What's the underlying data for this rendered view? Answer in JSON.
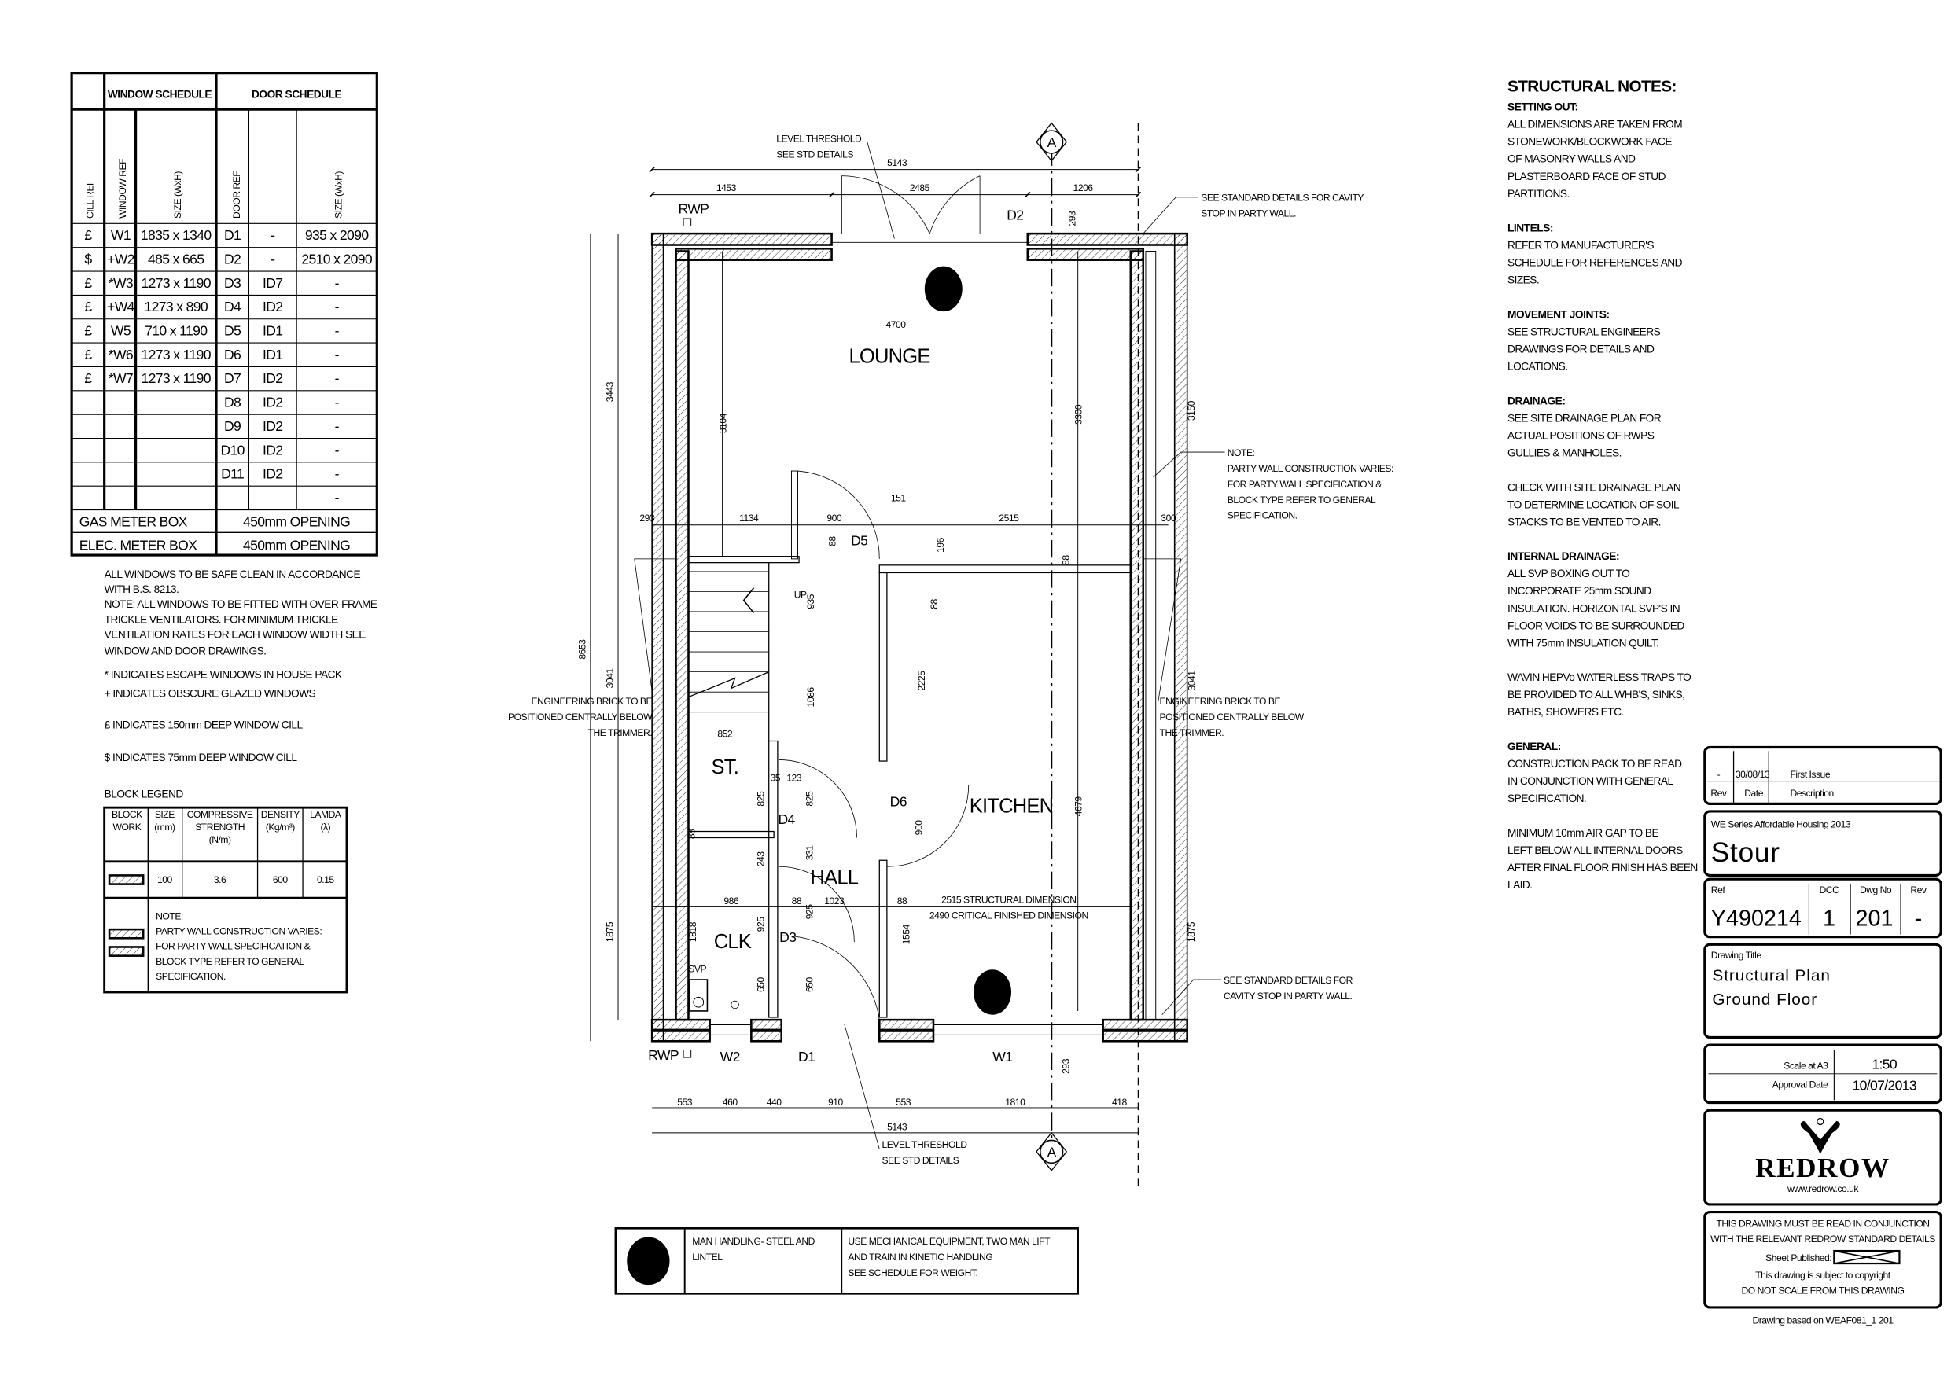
{
  "window_schedule": {
    "title": "WINDOW SCHEDULE",
    "headers": [
      "CILL REF",
      "WINDOW REF",
      "SIZE (WxH)"
    ],
    "rows": [
      [
        "£",
        "W1",
        "1835 x 1340"
      ],
      [
        "$",
        "+W2",
        "485 x 665"
      ],
      [
        "£",
        "*W3",
        "1273 x 1190"
      ],
      [
        "£",
        "+W4",
        "1273 x 890"
      ],
      [
        "£",
        "W5",
        "710 x 1190"
      ],
      [
        "£",
        "*W6",
        "1273 x 1190"
      ],
      [
        "£",
        "*W7",
        "1273 x 1190"
      ]
    ]
  },
  "door_schedule": {
    "title": "DOOR SCHEDULE",
    "headers": [
      "DOOR REF",
      "SIZE (WxH)"
    ],
    "rows": [
      [
        "D1",
        "-",
        "935 x 2090"
      ],
      [
        "D2",
        "-",
        "2510 x 2090"
      ],
      [
        "D3",
        "ID7",
        "-"
      ],
      [
        "D4",
        "ID2",
        "-"
      ],
      [
        "D5",
        "ID1",
        "-"
      ],
      [
        "D6",
        "ID1",
        "-"
      ],
      [
        "D7",
        "ID2",
        "-"
      ],
      [
        "D8",
        "ID2",
        "-"
      ],
      [
        "D9",
        "ID2",
        "-"
      ],
      [
        "D10",
        "ID2",
        "-"
      ],
      [
        "D11",
        "ID2",
        "-"
      ],
      [
        "",
        "",
        "-"
      ]
    ]
  },
  "meter_boxes": [
    {
      "label": "GAS METER BOX",
      "value": "450mm OPENING"
    },
    {
      "label": "ELEC. METER BOX",
      "value": "450mm OPENING"
    }
  ],
  "window_notes": [
    "ALL WINDOWS TO BE SAFE CLEAN IN ACCORDANCE",
    "WITH B.S. 8213.",
    "NOTE: ALL WINDOWS TO BE FITTED WITH OVER-FRAME",
    "TRICKLE VENTILATORS. FOR MINIMUM TRICKLE",
    "VENTILATION RATES FOR EACH WINDOW WIDTH SEE",
    "WINDOW AND DOOR DRAWINGS.",
    "* INDICATES ESCAPE WINDOWS IN HOUSE PACK",
    "+ INDICATES OBSCURE GLAZED WINDOWS",
    "£ INDICATES 150mm DEEP WINDOW CILL",
    "$ INDICATES 75mm DEEP WINDOW CILL"
  ],
  "block_legend": {
    "title": "BLOCK LEGEND",
    "headers": [
      [
        "BLOCK",
        "WORK"
      ],
      [
        "SIZE",
        "(mm)"
      ],
      [
        "COMPRESSIVE",
        "STRENGTH",
        "(N/m)"
      ],
      [
        "DENSITY",
        "(Kg/m³)"
      ],
      [
        "LAMDA",
        "(λ)"
      ]
    ],
    "row": [
      "100",
      "3.6",
      "600",
      "0.15"
    ],
    "note": [
      "NOTE:",
      "PARTY WALL CONSTRUCTION VARIES:",
      "FOR PARTY WALL SPECIFICATION &",
      "BLOCK TYPE REFER TO GENERAL",
      "SPECIFICATION."
    ]
  },
  "structural_notes": {
    "title": "STRUCTURAL NOTES:",
    "sections": [
      {
        "heading": "SETTING OUT:",
        "lines": [
          "ALL DIMENSIONS ARE TAKEN FROM",
          "STONEWORK/BLOCKWORK FACE",
          "OF MASONRY WALLS AND",
          "PLASTERBOARD FACE OF STUD",
          "PARTITIONS."
        ]
      },
      {
        "heading": "LINTELS:",
        "lines": [
          "REFER TO MANUFACTURER'S",
          "SCHEDULE FOR REFERENCES AND",
          "SIZES."
        ]
      },
      {
        "heading": "MOVEMENT JOINTS:",
        "lines": [
          "SEE STRUCTURAL ENGINEERS",
          "DRAWINGS FOR  DETAILS AND",
          "LOCATIONS."
        ]
      },
      {
        "heading": "DRAINAGE:",
        "lines": [
          "SEE SITE DRAINAGE PLAN FOR",
          "ACTUAL POSITIONS OF RWPS",
          "GULLIES & MANHOLES."
        ]
      },
      {
        "heading": "",
        "lines": [
          "CHECK WITH SITE DRAINAGE PLAN",
          "TO DETERMINE LOCATION OF SOIL",
          "STACKS TO BE VENTED TO AIR."
        ]
      },
      {
        "heading": "INTERNAL DRAINAGE:",
        "lines": [
          "ALL SVP BOXING OUT TO",
          "INCORPORATE 25mm SOUND",
          "INSULATION.  HORIZONTAL SVP'S IN",
          "FLOOR VOIDS TO BE SURROUNDED",
          "WITH 75mm INSULATION QUILT."
        ]
      },
      {
        "heading": "",
        "lines": [
          "WAVIN HEPVo WATERLESS TRAPS TO",
          "BE PROVIDED TO ALL WHB'S, SINKS,",
          "BATHS, SHOWERS ETC."
        ]
      },
      {
        "heading": "GENERAL:",
        "lines": [
          "CONSTRUCTION PACK TO BE READ",
          "IN CONJUNCTION WITH GENERAL",
          "SPECIFICATION."
        ]
      },
      {
        "heading": "",
        "lines": [
          "MINIMUM 10mm AIR GAP TO BE",
          "LEFT BELOW ALL INTERNAL DOORS",
          "AFTER FINAL FLOOR FINISH HAS BEEN",
          "LAID."
        ]
      }
    ]
  },
  "plan": {
    "section_marker": "A",
    "rooms": [
      "LOUNGE",
      "KITCHEN",
      "HALL",
      "ST.",
      "CLK"
    ],
    "refs": [
      "D1",
      "D2",
      "D3",
      "D4",
      "D5",
      "D6",
      "W1",
      "W2",
      "RWP",
      "RWP",
      "SVP",
      "UP"
    ],
    "dims": [
      "5143",
      "1453",
      "2485",
      "1206",
      "4700",
      "293",
      "1134",
      "900",
      "151",
      "2515",
      "300",
      "852",
      "35",
      "123",
      "986",
      "88",
      "1023",
      "88",
      "553",
      "460",
      "440",
      "910",
      "553",
      "1810",
      "418",
      "5143"
    ],
    "dims_vertical": [
      "8653",
      "3443",
      "3041",
      "1875",
      "3104",
      "3300",
      "4679",
      "3150",
      "3041",
      "1875",
      "293",
      "293",
      "88",
      "196",
      "88",
      "88",
      "935",
      "2225",
      "1086",
      "825",
      "825",
      "900",
      "243",
      "331",
      "1818",
      "925",
      "925",
      "1554",
      "650",
      "650",
      "88"
    ],
    "notes": [
      [
        "LEVEL THRESHOLD",
        "SEE STD DETAILS"
      ],
      [
        "LEVEL THRESHOLD",
        "SEE STD DETAILS"
      ],
      [
        "SEE STANDARD DETAILS FOR CAVITY",
        "STOP IN PARTY WALL."
      ],
      [
        "NOTE:",
        "PARTY WALL CONSTRUCTION VARIES:",
        "FOR PARTY WALL SPECIFICATION &",
        "BLOCK TYPE REFER TO GENERAL",
        "SPECIFICATION."
      ],
      [
        "ENGINEERING BRICK TO BE",
        "POSITIONED CENTRALLY BELOW",
        "THE  TRIMMER."
      ],
      [
        "ENGINEERING BRICK TO BE",
        "POSITIONED CENTRALLY BELOW",
        "THE TRIMMER."
      ],
      [
        "SEE STANDARD DETAILS FOR",
        "CAVITY STOP IN PARTY WALL."
      ],
      [
        "2515 STRUCTURAL DIMENSION",
        "2490 CRITICAL FINISHED DIMENSION"
      ]
    ]
  },
  "hazard": {
    "title": [
      "MAN HANDLING- STEEL AND",
      "LINTEL"
    ],
    "action": [
      "USE MECHANICAL EQUIPMENT, TWO MAN LIFT",
      "AND TRAIN IN KINETIC HANDLING",
      "SEE SCHEDULE FOR WEIGHT."
    ]
  },
  "title_block": {
    "revision": {
      "rev": "-",
      "date": "30/08/13",
      "description": "First Issue",
      "headers": [
        "Rev",
        "Date",
        "Description"
      ]
    },
    "series": "WE Series Affordable Housing 2013",
    "house_type": "Stour",
    "ref_label": "Ref",
    "ref": "Y490214",
    "dcc_label": "DCC",
    "dcc": "1",
    "dwg_label": "Dwg No",
    "dwg": "201",
    "rev_label": "Rev",
    "rev": "-",
    "drawing_title_label": "Drawing Title",
    "drawing_title": [
      "Structural Plan",
      "Ground Floor"
    ],
    "scale_label": "Scale at A3",
    "scale": "1:50",
    "approval_label": "Approval Date",
    "approval_date": "10/07/2013",
    "logo_text": "REDROW",
    "logo_url": "www.redrow.co.uk",
    "notice": [
      "THIS DRAWING MUST BE READ IN CONJUNCTION",
      "WITH THE RELEVANT REDROW STANDARD DETAILS"
    ],
    "sheet_published": "Sheet Published:",
    "copyright": [
      "This drawing is subject to copyright",
      "DO NOT SCALE FROM THIS DRAWING"
    ],
    "based_on": "Drawing based on WEAF081_1 201"
  }
}
